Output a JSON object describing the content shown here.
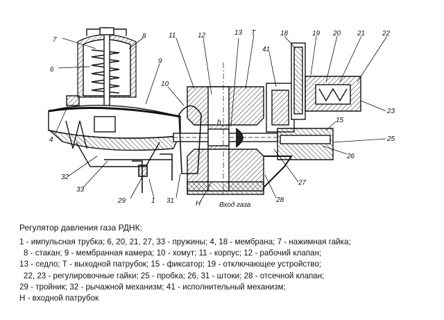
{
  "figure": {
    "labels": [
      "7",
      "6",
      "8",
      "9",
      "10",
      "11",
      "12",
      "13",
      "T",
      "18",
      "41",
      "19",
      "20",
      "21",
      "22",
      "23",
      "15",
      "25",
      "26",
      "27",
      "28",
      "h",
      "H",
      "4",
      "32",
      "33",
      "29",
      "1",
      "31",
      "Вход газа"
    ],
    "caption": "Регулятор давления газа РДНК:",
    "legend": [
      "1 - импульсная трубка; 6, 20, 21, 27, 33 - пружины; 4, 18 - мембрана; 7 - нажимная гайка;",
      "8 - стакан; 9 - мембранная камера; 10 - хомут; 11 - корпус; 12 - рабочий клапан;",
      "13 - седло; Т - выходной патрубок; 15 - фиксатор; 19 - отключающее устройство;",
      "22, 23 - регулировочные гайки; 25 - пробка; 26, 31 - штоки; 28 - отсечной клапан;",
      "29 - тройник; 32 - рычажной механизм; 41 - исполнительный механизм;",
      "Н - входной патрубок"
    ]
  }
}
